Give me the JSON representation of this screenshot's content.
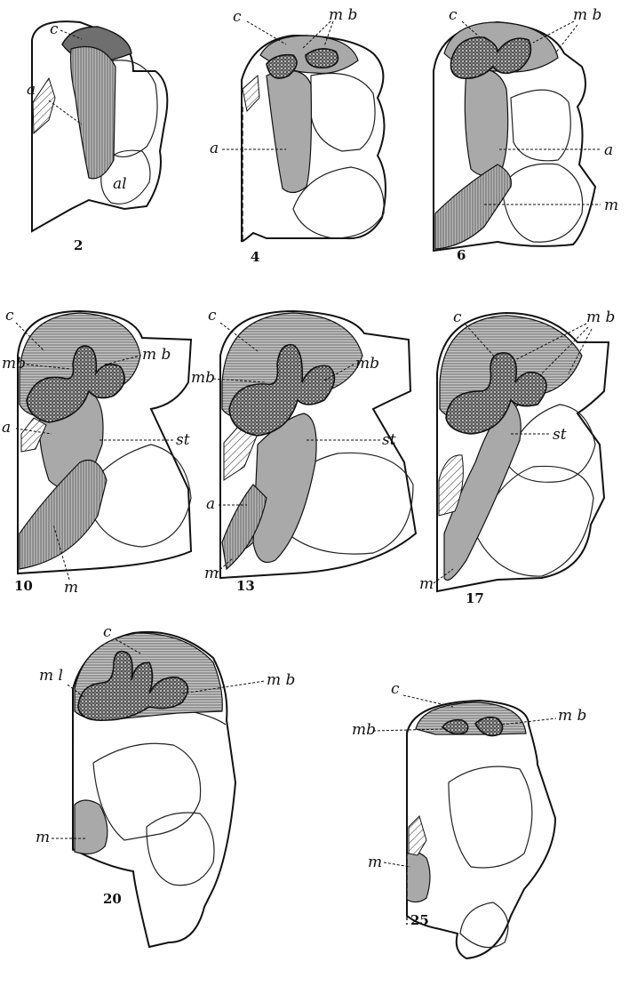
{
  "figures": [
    {
      "number": "2",
      "labels": {
        "c": "c",
        "a": "a",
        "al": "al"
      }
    },
    {
      "number": "4",
      "labels": {
        "c": "c",
        "mb": "m b",
        "a": "a"
      }
    },
    {
      "number": "6",
      "labels": {
        "c": "c",
        "mb": "m b",
        "a": "a",
        "m": "m"
      }
    },
    {
      "number": "10",
      "labels": {
        "c": "c",
        "mb_left": "mb",
        "mb_right": "m b",
        "a": "a",
        "st": "st",
        "m": "m"
      }
    },
    {
      "number": "13",
      "labels": {
        "c": "c",
        "mb_left": "mb",
        "mb_right": "mb",
        "a": "a",
        "st": "st",
        "m": "m"
      }
    },
    {
      "number": "17",
      "labels": {
        "c": "c",
        "mb": "m b",
        "st": "st",
        "m": "m"
      }
    },
    {
      "number": "20",
      "labels": {
        "c": "c",
        "mb_left": "m l",
        "mb_right": "m b",
        "m": "m"
      }
    },
    {
      "number": "25",
      "labels": {
        "c": "c",
        "mb_left": "mb",
        "mb_right": "m b",
        "m": "m"
      }
    }
  ]
}
